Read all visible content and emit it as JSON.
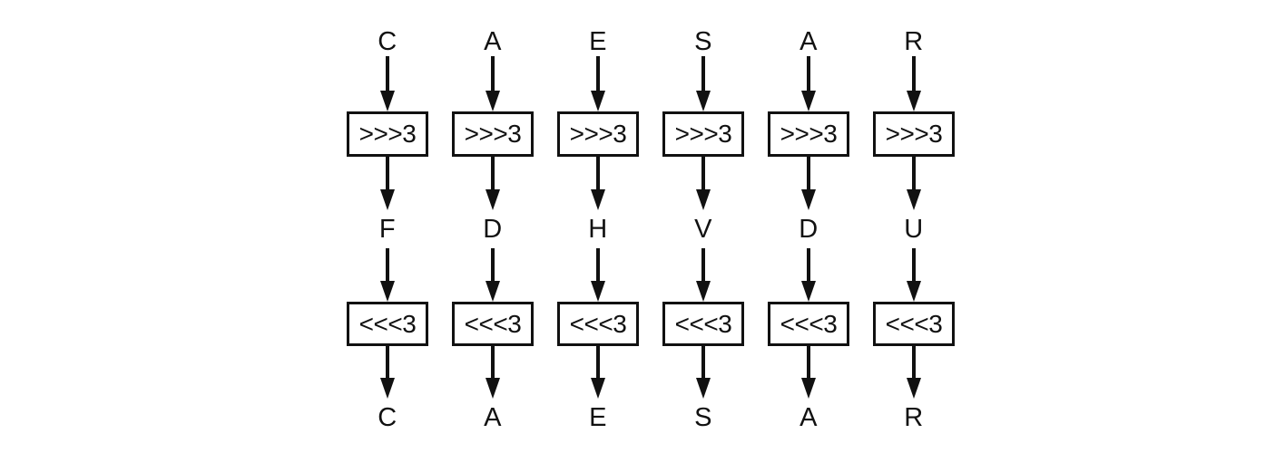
{
  "diagram": {
    "shift_right_label": ">>>3",
    "shift_left_label": "<<<3",
    "columns": [
      {
        "input": "C",
        "intermediate": "F",
        "output": "C"
      },
      {
        "input": "A",
        "intermediate": "D",
        "output": "A"
      },
      {
        "input": "E",
        "intermediate": "H",
        "output": "E"
      },
      {
        "input": "S",
        "intermediate": "V",
        "output": "S"
      },
      {
        "input": "A",
        "intermediate": "D",
        "output": "A"
      },
      {
        "input": "R",
        "intermediate": "U",
        "output": "R"
      }
    ],
    "colors": {
      "foreground": "#111111",
      "background": "#ffffff"
    }
  }
}
